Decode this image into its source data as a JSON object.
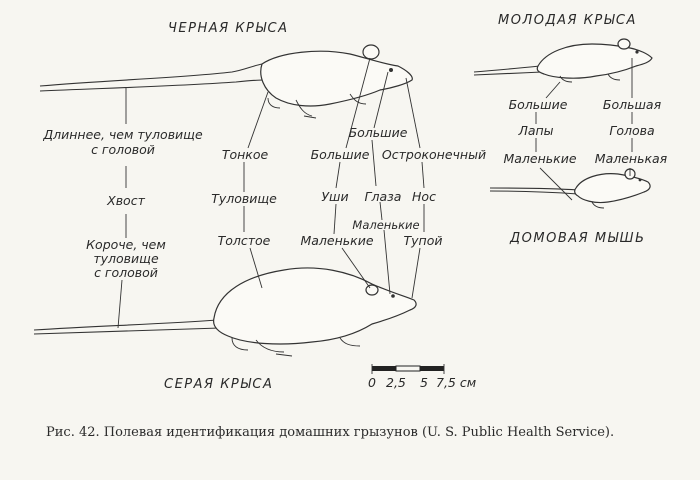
{
  "titles": {
    "black_rat": "ЧЕРНАЯ КРЫСА",
    "young_rat": "МОЛОДАЯ КРЫСА",
    "gray_rat": "СЕРАЯ КРЫСА",
    "house_mouse": "ДОМОВАЯ МЫШЬ"
  },
  "tail": {
    "long": [
      "Длиннее, чем туловище",
      "с головой"
    ],
    "label": "Хвост",
    "short": [
      "Короче, чем",
      "туловище",
      "с головой"
    ]
  },
  "body": {
    "thin": "Тонкое",
    "label": "Туловище",
    "thick": "Толстое"
  },
  "ears": {
    "big": "Большие",
    "label": "Уши",
    "small": "Маленькие"
  },
  "eyes": {
    "big": "Большие",
    "label": "Глаза",
    "small": "Маленькие"
  },
  "nose": {
    "pointed": "Остроконечный",
    "label": "Нос",
    "blunt": "Тупой"
  },
  "paws": {
    "big": "Большие",
    "label": "Лапы",
    "small": "Маленькие"
  },
  "head": {
    "big": "Большая",
    "label": "Голова",
    "small": "Маленькая"
  },
  "scale": {
    "ticks": [
      "0",
      "2,5",
      "5",
      "7,5 см"
    ]
  },
  "caption": {
    "text": "Рис. 42. Полевая идентификация домашних грызунов (U. S. Public Health Service)."
  },
  "colors": {
    "ink": "#2a2a2a",
    "paper": "#f7f6f1"
  }
}
